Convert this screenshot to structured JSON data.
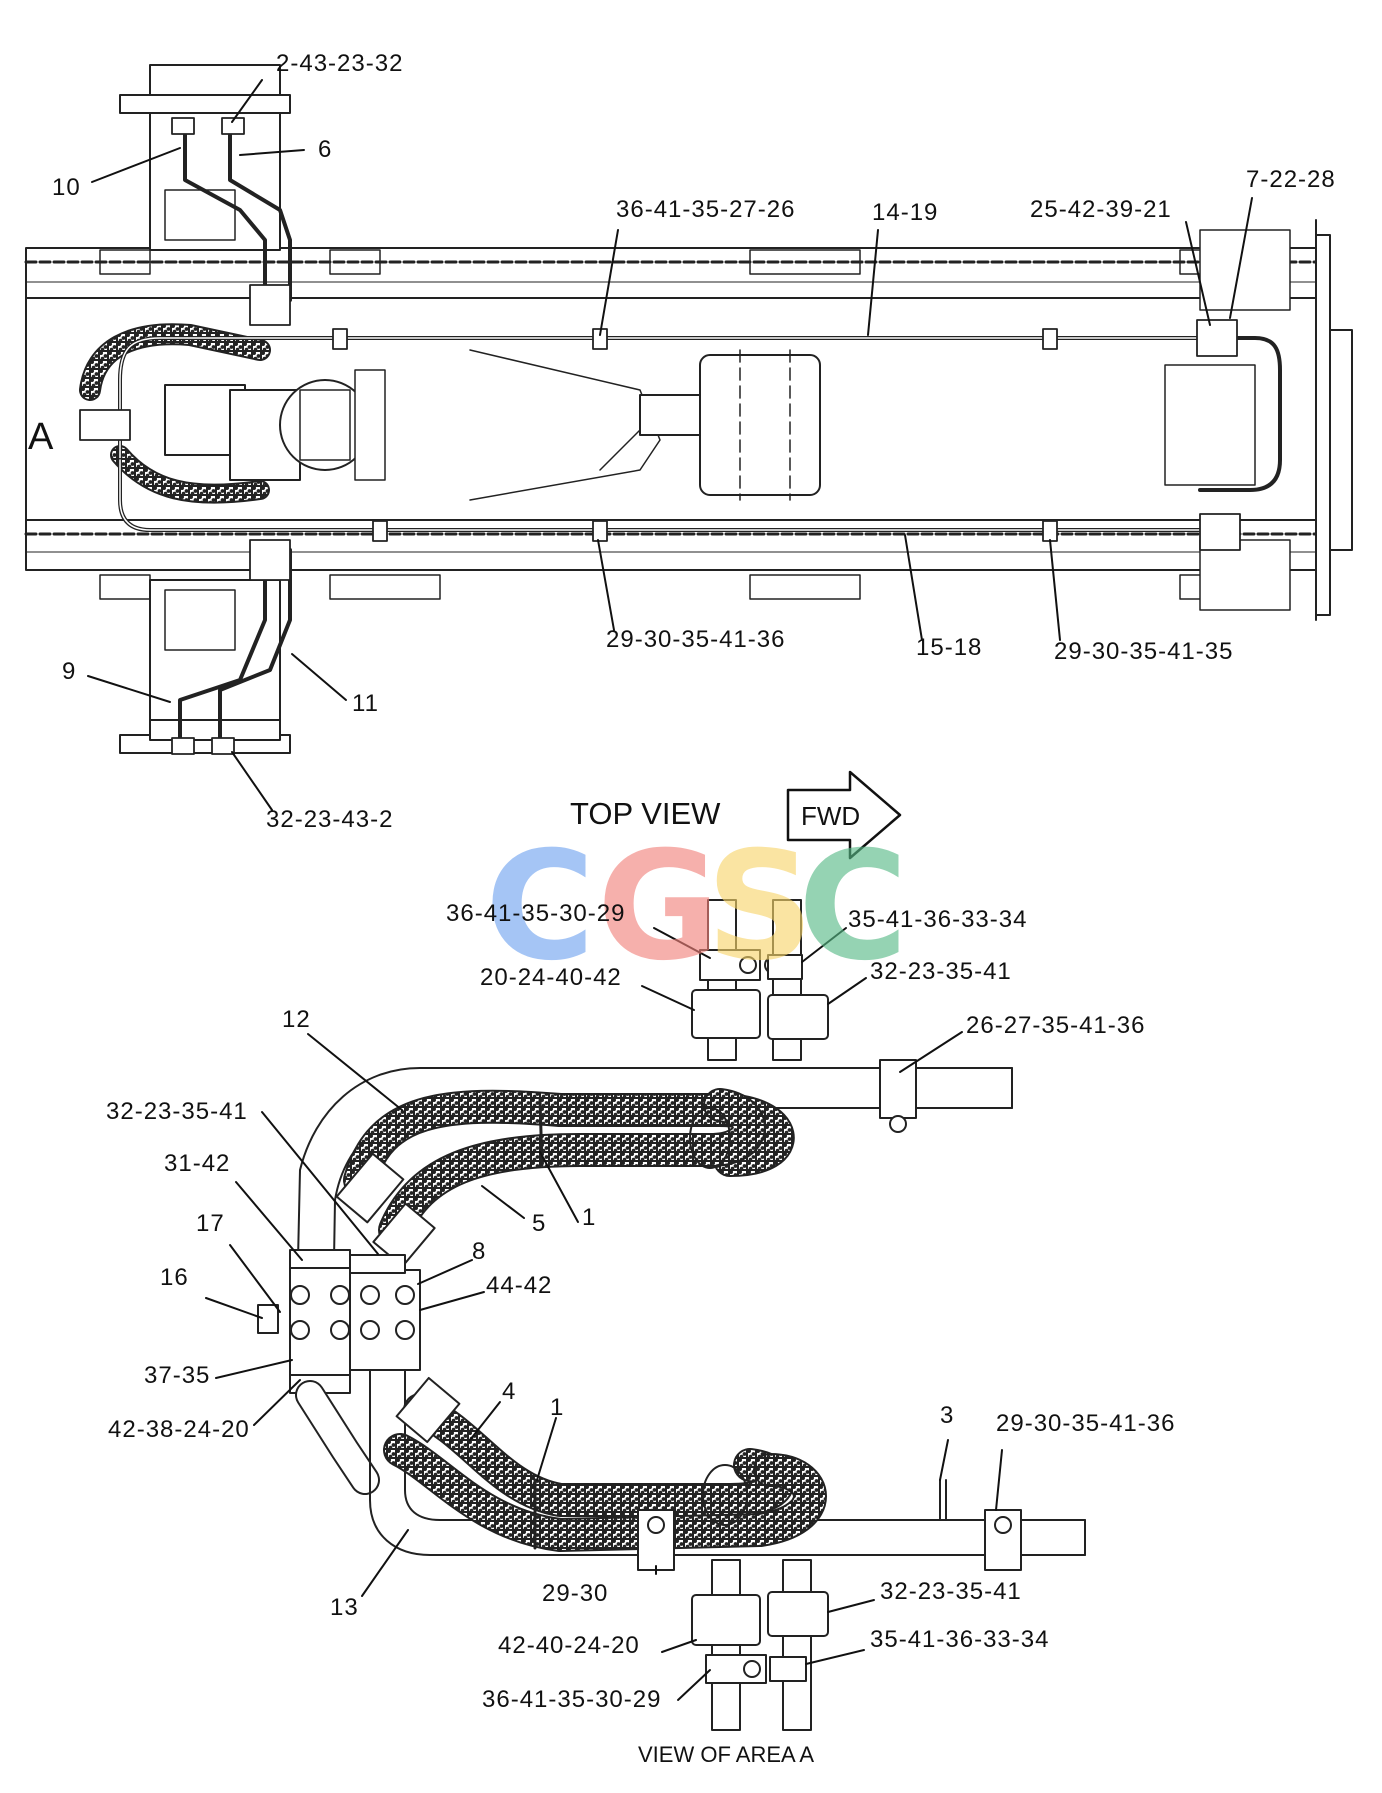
{
  "view_titles": {
    "top": "TOP VIEW",
    "area": "VIEW OF AREA A",
    "area_marker": "A"
  },
  "direction": {
    "label": "FWD"
  },
  "watermark": {
    "letters": [
      {
        "char": "C",
        "color": "#6fa3f0"
      },
      {
        "char": "G",
        "color": "#f2817a"
      },
      {
        "char": "S",
        "color": "#f8d56a"
      },
      {
        "char": "C",
        "color": "#55b985"
      }
    ]
  },
  "top_view_callouts": [
    "2-43-23-32",
    "6",
    "10",
    "36-41-35-27-26",
    "14-19",
    "25-42-39-21",
    "7-22-28",
    "29-30-35-41-36",
    "15-18",
    "29-30-35-41-35",
    "9",
    "11",
    "32-23-43-2"
  ],
  "area_view_callouts": [
    "36-41-35-30-29",
    "35-41-36-33-34",
    "20-24-40-42",
    "32-23-35-41",
    "26-27-35-41-36",
    "12",
    "32-23-35-41",
    "31-42",
    "17",
    "16",
    "8",
    "44-42",
    "5",
    "1",
    "37-35",
    "42-38-24-20",
    "4",
    "1",
    "3",
    "29-30-35-41-36",
    "13",
    "29-30",
    "32-23-35-41",
    "42-40-24-20",
    "35-41-36-33-34",
    "36-41-35-30-29"
  ]
}
